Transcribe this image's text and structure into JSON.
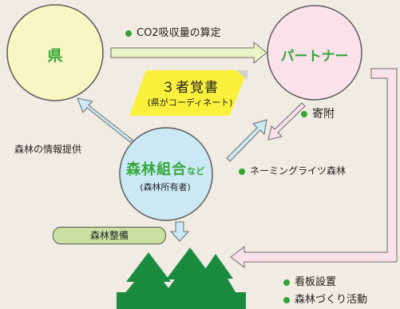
{
  "nodes": {
    "prefecture": "県",
    "partner": "パートナー",
    "union_name": "森林組合",
    "union_suffix": "など",
    "union_sub": "(森林所有者)"
  },
  "agreement": {
    "title": "３者覚書",
    "subtitle": "(県がコーディネート)"
  },
  "flows": {
    "co2": "CO2吸収量の算定",
    "donation": "寄附",
    "forest_info": "森林の情報提供",
    "naming": "ネーミングライツ森林",
    "maintenance": "森林整備"
  },
  "outcomes": [
    "看板設置",
    "森林づくり活動"
  ],
  "colors": {
    "green": "#36a83a",
    "prefecture_fill": "#f8f6c3",
    "partner_fill": "#fbe1ea",
    "union_fill": "#cbe9f5",
    "agreement_fill": "#fbf13c",
    "tree": "#1a8a3e"
  }
}
